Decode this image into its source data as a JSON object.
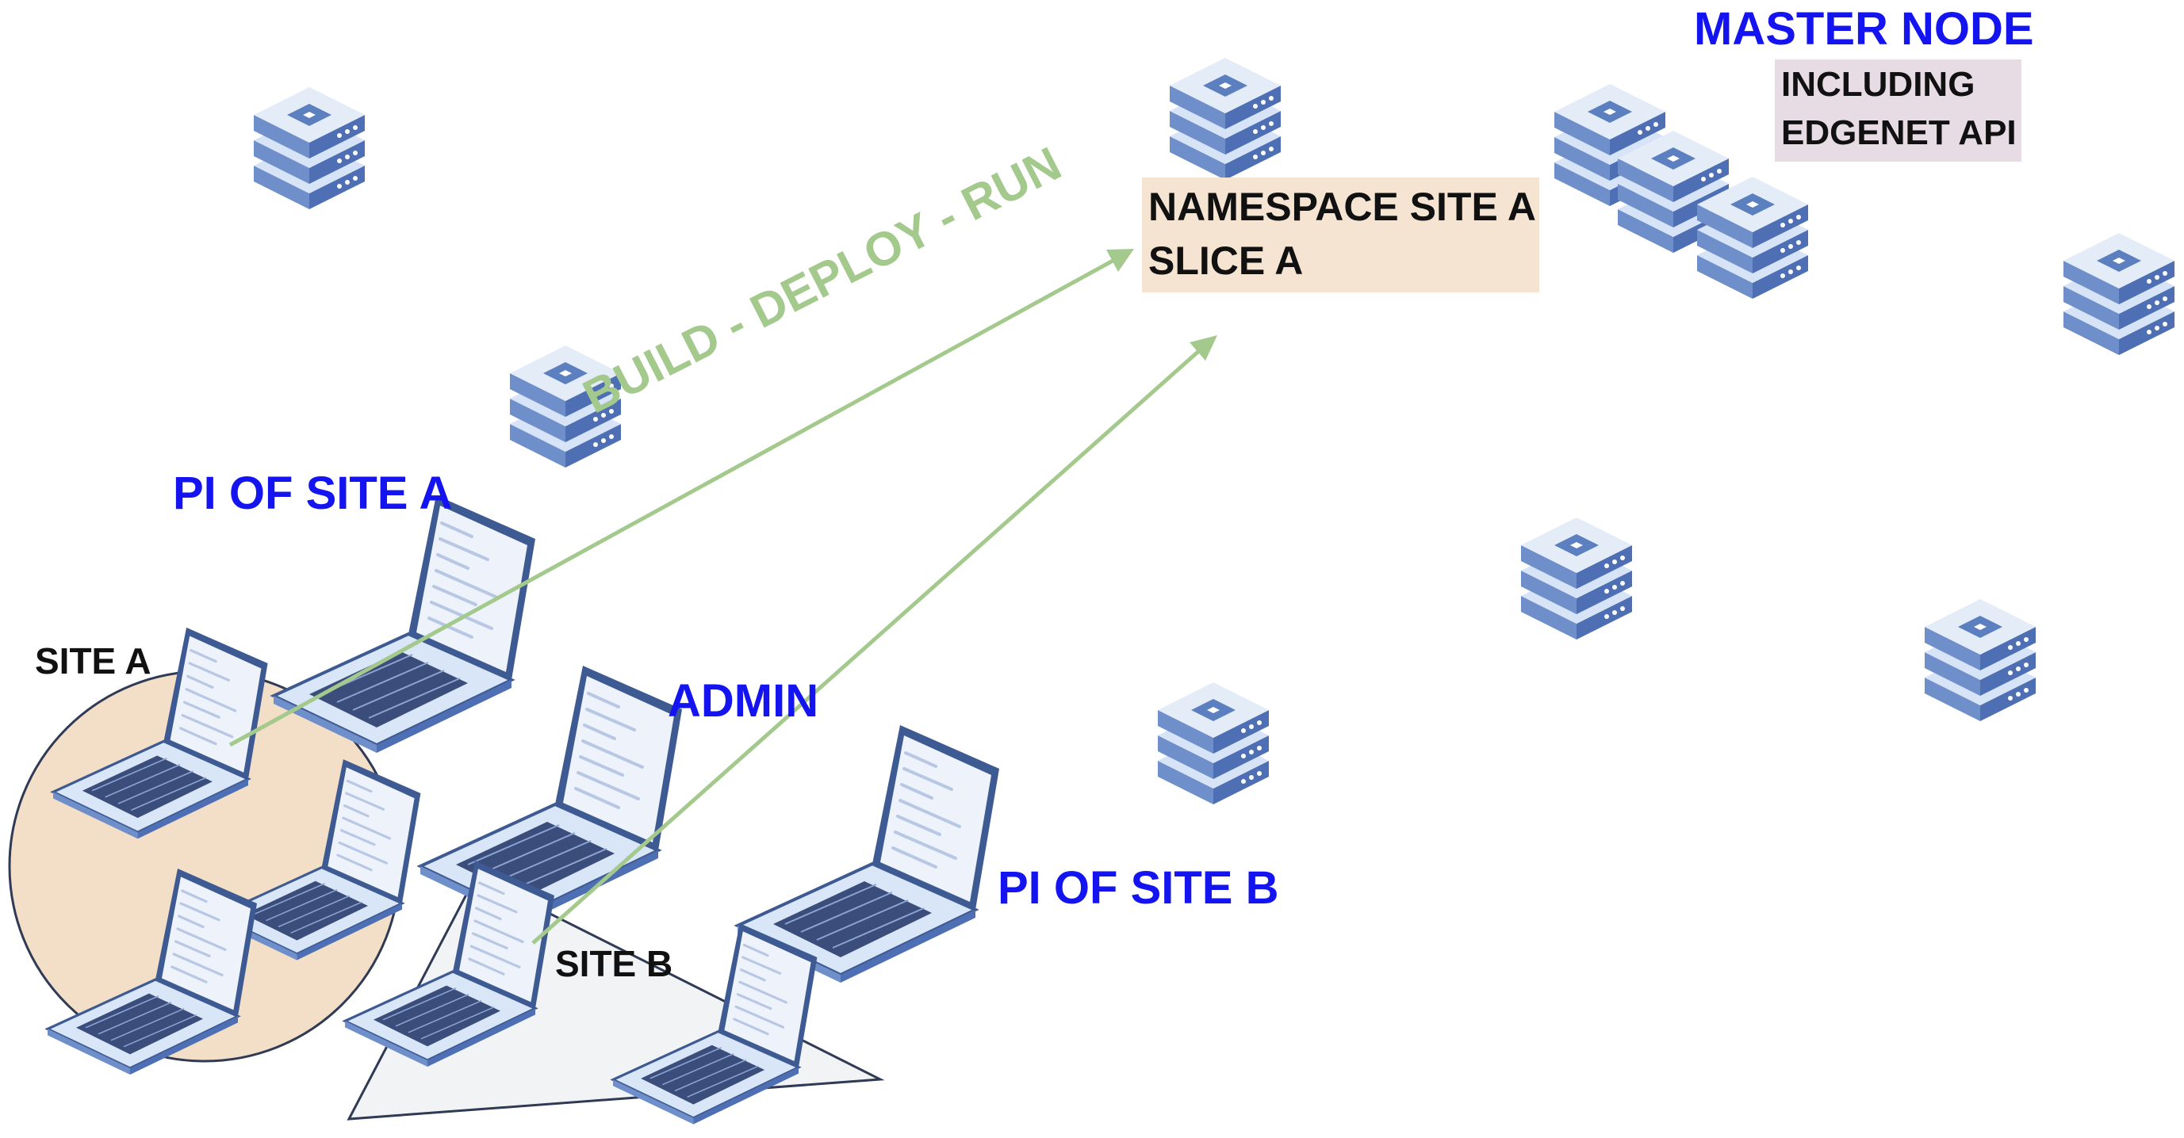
{
  "labels": {
    "master_node": "MASTER NODE",
    "including": "INCLUDING",
    "edgenet_api": "EDGENET API",
    "namespace_site_a": "NAMESPACE SITE A",
    "slice_a": "SLICE A",
    "build_deploy_run": "BUILD - DEPLOY - RUN",
    "pi_of_site_a": "PI OF SITE A",
    "site_a": "SITE A",
    "admin": "ADMIN",
    "pi_of_site_b": "PI OF SITE B",
    "site_b": "SITE B"
  },
  "icons": {
    "server": "server-stack-icon",
    "laptop": "laptop-icon"
  },
  "colors": {
    "label_blue": "#1414f0",
    "arrow_green": "#a4c98c",
    "site_a_fill": "#f3dfc8",
    "site_b_fill": "#f2f3f4",
    "namespace_bg": "#f6e4d3",
    "including_bg": "#e8dce4",
    "server_blue": "#5b7fbf"
  }
}
